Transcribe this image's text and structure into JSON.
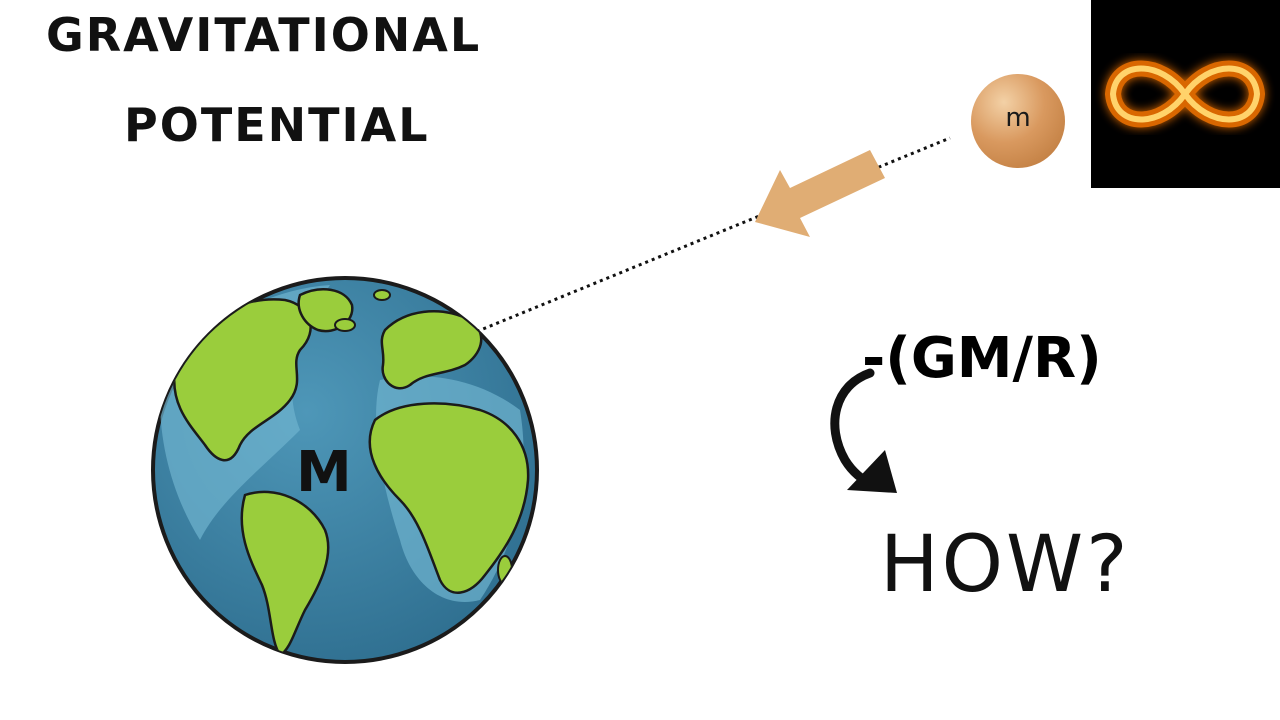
{
  "title": {
    "line1": "GRAVITATIONAL",
    "line2": "POTENTIAL"
  },
  "small_mass": {
    "label": "m",
    "color": "#d49a62"
  },
  "earth": {
    "label": "M",
    "ocean_color": "#3f86a8",
    "land_color": "#9acd3c"
  },
  "formula": {
    "text": "-(GM/R)"
  },
  "question": {
    "text": "HOW?"
  },
  "arrow_color": "#e0ad74",
  "infinity": {
    "glow_color": "#ff9a1a"
  }
}
